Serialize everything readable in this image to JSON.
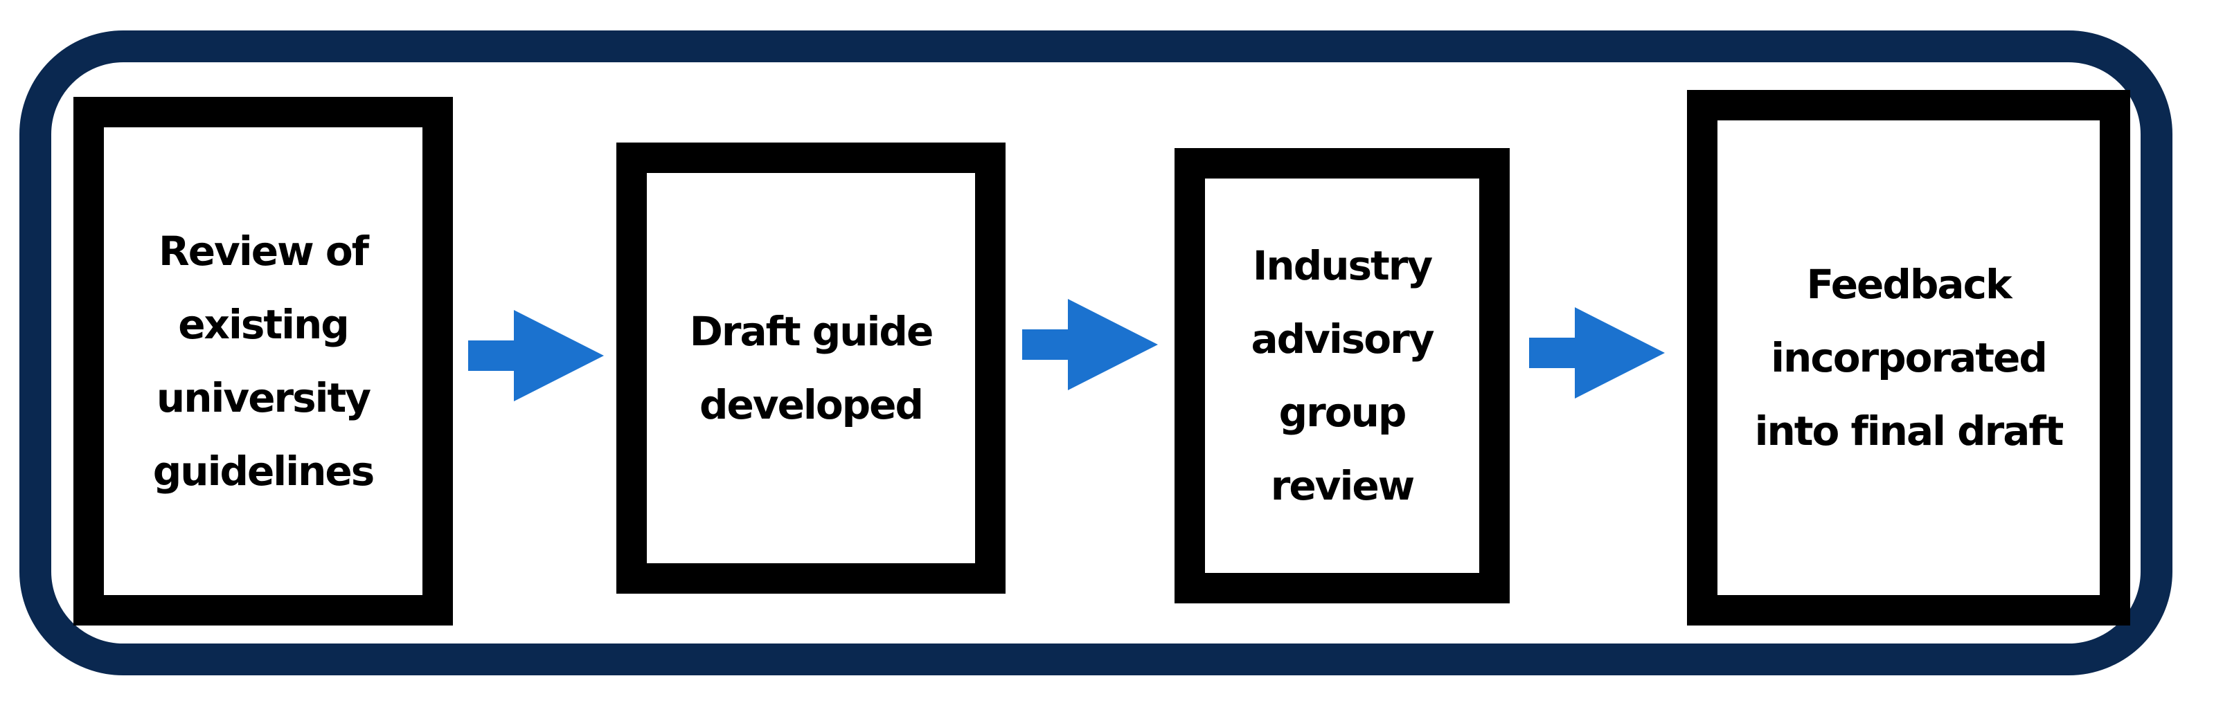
{
  "diagram": {
    "steps": [
      {
        "label": "Review of\nexisting\nuniversity\nguidelines"
      },
      {
        "label": "Draft guide\ndeveloped"
      },
      {
        "label": "Industry\nadvisory\ngroup\nreview"
      },
      {
        "label": "Feedback\nincorporated\ninto final draft"
      }
    ]
  },
  "colors": {
    "frame": "#0a2850",
    "box_border": "#000000",
    "arrow": "#1b72cf"
  }
}
